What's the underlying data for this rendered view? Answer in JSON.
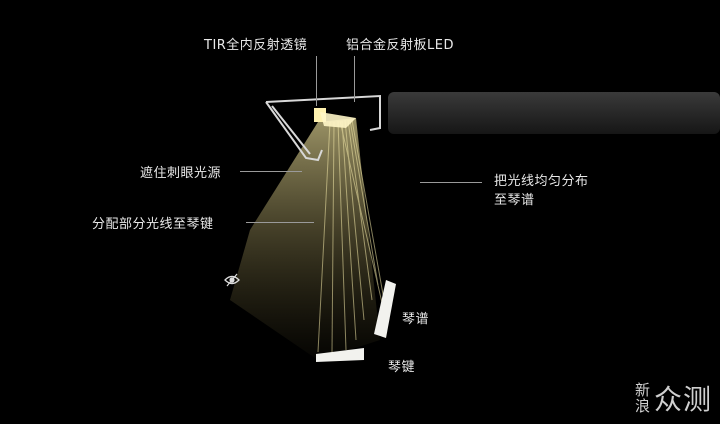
{
  "labels": {
    "tir_lens": "TIR全内反射透镜",
    "reflector_led": "铝合金反射板LED",
    "block_glare": "遮住刺眼光源",
    "distribute_keys": "分配部分光线至琴键",
    "even_to_score_line1": "把光线均匀分布",
    "even_to_score_line2": "至琴谱",
    "score": "琴谱",
    "keys": "琴键"
  },
  "watermark": {
    "left_top": "新",
    "left_bottom": "浪",
    "right": "众测"
  },
  "colors": {
    "background": "#000000",
    "beam": "#e8d98a",
    "housing": "#2a2a2a",
    "paper": "#f2f2ee"
  },
  "icons": {
    "eye": "eye-icon"
  }
}
